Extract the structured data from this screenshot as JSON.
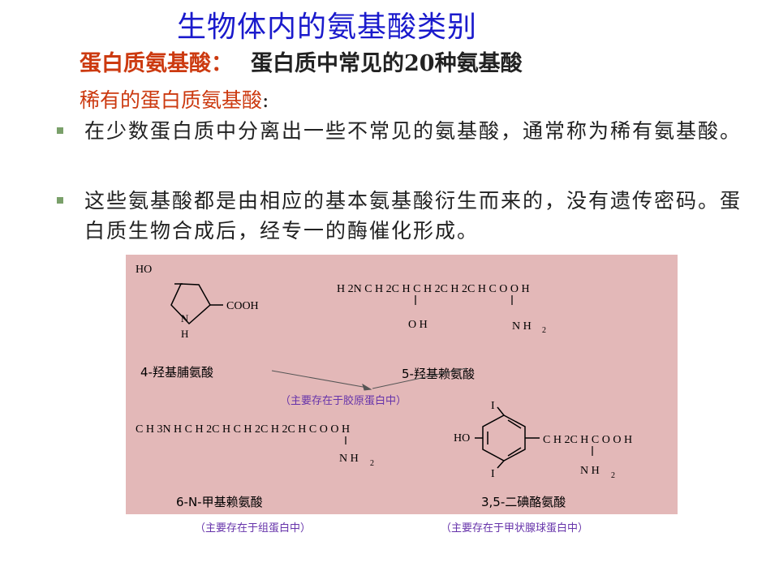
{
  "slide": {
    "title": "生物体内的氨基酸类别",
    "line1_label": "蛋白质氨基酸：",
    "line1_text": "蛋白质中常见的20种氨基酸",
    "line2_label": "稀有的蛋白质氨基酸",
    "line2_colon": ":",
    "bullets": [
      "在少数蛋白质中分离出一些不常见的氨基酸，通常称为稀有氨基酸。",
      "这些氨基酸都是由相应的基本氨基酸衍生而来的，没有遗传密码。蛋白质生物合成后，经专一的酶催化形成。"
    ]
  },
  "figure": {
    "colors": {
      "background": "#e3b8b8",
      "caption": "#6633aa"
    },
    "hyp": {
      "ho": "HO",
      "cooh": "COOH",
      "n": "N",
      "h": "H",
      "name": "4-羟基脯氨酸"
    },
    "hyl": {
      "formula": "H 2N C H 2C H C H 2C H 2C H C O O H",
      "oh": "O H",
      "nh": "N H",
      "sub2": "2",
      "name": "5-羟基赖氨酸"
    },
    "caption_collagen": "（主要存在于胶原蛋白中）",
    "mlys": {
      "formula": "C H 3N H C H 2C H C H 2C H 2C H C O O H",
      "nh": "N H",
      "sub2": "2",
      "name": "6-N-甲基赖氨酸",
      "caption": "（主要存在于组蛋白中）"
    },
    "dit": {
      "i_top": "I",
      "i_bottom": "I",
      "ho": "HO",
      "chain": "C H 2C H C O O H",
      "nh": "N H",
      "sub2": "2",
      "name": "3,5-二碘酪氨酸",
      "caption": "（主要存在于甲状腺球蛋白中）"
    }
  }
}
